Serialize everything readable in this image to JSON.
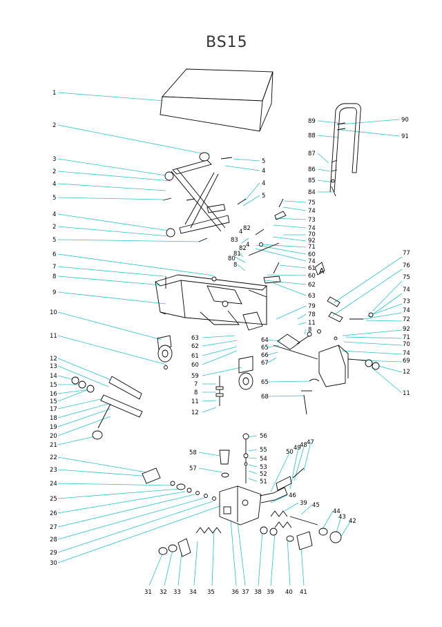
{
  "title": "BS15",
  "labels": {
    "n1": "1",
    "n2a": "2",
    "n3": "3",
    "n2b": "2",
    "n4a": "4",
    "n5a": "5",
    "n4b": "4",
    "n2c": "2",
    "n5b": "5",
    "n6": "6",
    "n7a": "7",
    "n8a": "8",
    "n9": "9",
    "n10": "10",
    "n11a": "11",
    "n12a": "12",
    "n13": "13",
    "n14": "14",
    "n15a": "15",
    "n16": "16",
    "n15b": "15",
    "n17": "17",
    "n18": "18",
    "n19": "19",
    "n20": "20",
    "n21": "21",
    "n22": "22",
    "n23": "23",
    "n24": "24",
    "n25": "25",
    "n26": "26",
    "n27": "27",
    "n28": "28",
    "n29": "29",
    "n30": "30",
    "r5a": "5",
    "r4a": "4",
    "r4b": "4",
    "r5b": "5",
    "n89": "89",
    "n88": "88",
    "n87": "87",
    "n86": "86",
    "n85": "85",
    "n84": "84",
    "n90": "90",
    "n91": "91",
    "r75a": "75",
    "r74a": "74",
    "r73a": "73",
    "r74b": "74",
    "r70a": "70",
    "r92a": "92",
    "r71a": "71",
    "r60a": "60",
    "r74c": "74",
    "r61a": "61",
    "r60b": "60",
    "r62a": "62",
    "r63a": "63",
    "r79": "79",
    "r78": "78",
    "r11b": "11",
    "r8b": "8",
    "n82a": "82",
    "n4c": "4",
    "n82b": "82",
    "n4d": "4",
    "n83": "83",
    "n81": "81",
    "n80": "80",
    "n8c": "8",
    "triA": "A",
    "n77": "77",
    "n76": "76",
    "n75b": "75",
    "n74d": "74",
    "n73b": "73",
    "n74e": "74",
    "n72": "72",
    "n92b": "92",
    "n71b": "71",
    "n70b": "70",
    "n74f": "74",
    "n69": "69",
    "n12b": "12",
    "n11c": "11",
    "m63": "63",
    "m62": "62",
    "m61": "61",
    "m60": "60",
    "m59": "59",
    "m7": "7",
    "m8": "8",
    "m11": "11",
    "m12": "12",
    "m64": "64",
    "m65a": "65",
    "m66": "66",
    "m67": "67",
    "m65b": "65",
    "m68": "68",
    "n56": "56",
    "n55": "55",
    "n54": "54",
    "n53": "53",
    "n52": "52",
    "n51": "51",
    "n58": "58",
    "n57": "57",
    "n50": "50",
    "n49": "49",
    "n48": "48",
    "n47": "47",
    "n46": "46",
    "n39a": "39",
    "n45": "45",
    "n44": "44",
    "n43": "43",
    "n42": "42",
    "b31": "31",
    "b32": "32",
    "b33": "33",
    "b34": "34",
    "b35": "35",
    "b36": "36",
    "b37": "37",
    "b38": "38",
    "b39": "39",
    "b40": "40",
    "b41": "41"
  }
}
